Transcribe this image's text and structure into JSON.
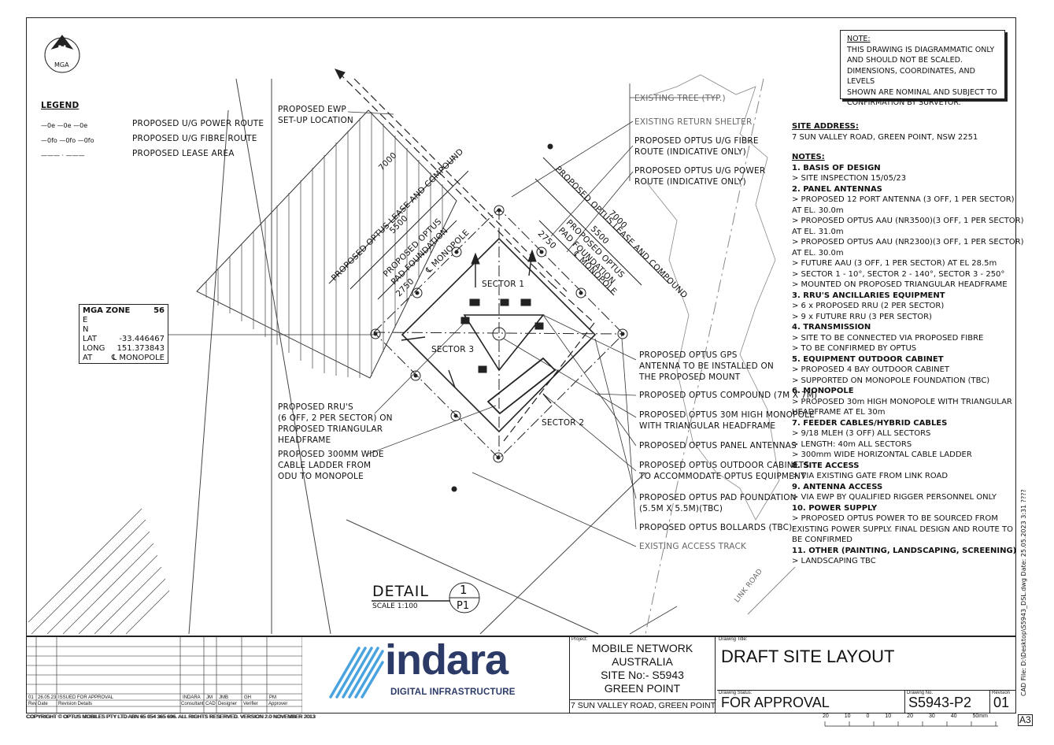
{
  "north": {
    "letter": "N",
    "label": "MGA"
  },
  "legend": {
    "title": "LEGEND",
    "items": [
      {
        "symbol": "—0e —0e —0e",
        "label": "PROPOSED U/G POWER ROUTE"
      },
      {
        "symbol": "—0fo —0fo —0fo",
        "label": "PROPOSED U/G FIBRE ROUTE"
      },
      {
        "symbol": "———  ·  ———",
        "label": "PROPOSED LEASE AREA"
      }
    ]
  },
  "note_box": {
    "heading": "NOTE:",
    "lines": [
      "THIS DRAWING IS DIAGRAMMATIC ONLY",
      "AND SHOULD NOT BE SCALED.",
      "DIMENSIONS, COORDINATES, AND LEVELS",
      "SHOWN ARE NOMINAL AND SUBJECT TO",
      "CONFIRMATION BY SURVEYOR."
    ]
  },
  "site_address": {
    "heading": "SITE ADDRESS:",
    "value": "7 SUN VALLEY ROAD, GREEN POINT, NSW 2251"
  },
  "notes": {
    "heading": "NOTES:",
    "lines": [
      {
        "t": "1.  BASIS OF DESIGN",
        "b": true
      },
      {
        "t": "> SITE INSPECTION 15/05/23",
        "b": false
      },
      {
        "t": "2. PANEL ANTENNAS",
        "b": true
      },
      {
        "t": "> PROPOSED 12 PORT ANTENNA (3 OFF, 1 PER SECTOR)",
        "b": false
      },
      {
        "t": "   AT EL. 30.0m",
        "b": false
      },
      {
        "t": "> PROPOSED OPTUS AAU (NR3500)(3 OFF, 1 PER SECTOR)",
        "b": false
      },
      {
        "t": "   AT EL. 31.0m",
        "b": false
      },
      {
        "t": "> PROPOSED OPTUS AAU (NR2300)(3 OFF, 1 PER SECTOR)",
        "b": false
      },
      {
        "t": "   AT EL. 30.0m",
        "b": false
      },
      {
        "t": ">  FUTURE AAU (3 OFF, 1 PER SECTOR) AT EL 28.5m",
        "b": false
      },
      {
        "t": ">  SECTOR 1 - 10°, SECTOR 2 - 140°, SECTOR 3 - 250°",
        "b": false
      },
      {
        "t": ">  MOUNTED ON PROPOSED TRIANGULAR HEADFRAME",
        "b": false
      },
      {
        "t": "3. RRU'S ANCILLARIES EQUIPMENT",
        "b": true
      },
      {
        "t": ">  6 x PROPOSED RRU (2 PER SECTOR)",
        "b": false
      },
      {
        "t": ">  9 x FUTURE RRU (3 PER SECTOR)",
        "b": false
      },
      {
        "t": "4. TRANSMISSION",
        "b": true
      },
      {
        "t": ">  SITE TO BE CONNECTED VIA PROPOSED FIBRE",
        "b": false
      },
      {
        "t": ">  TO BE CONFIRMED BY OPTUS",
        "b": false
      },
      {
        "t": "5. EQUIPMENT OUTDOOR CABINET",
        "b": true
      },
      {
        "t": ">  PROPOSED 4 BAY OUTDOOR CABINET",
        "b": false
      },
      {
        "t": ">  SUPPORTED ON MONOPOLE FOUNDATION (TBC)",
        "b": false
      },
      {
        "t": "6. MONOPOLE",
        "b": true
      },
      {
        "t": ">  PROPOSED 30m HIGH MONOPOLE WITH TRIANGULAR",
        "b": false
      },
      {
        "t": "    HEADFRAME AT EL 30m",
        "b": false
      },
      {
        "t": "7. FEEDER CABLES/HYBRID CABLES",
        "b": true
      },
      {
        "t": ">  9/18 MLEH (3 OFF) ALL SECTORS",
        "b": false
      },
      {
        "t": ">  LENGTH: 40m ALL SECTORS",
        "b": false
      },
      {
        "t": ">  300mm WIDE HORIZONTAL CABLE LADDER",
        "b": false
      },
      {
        "t": "8. SITE ACCESS",
        "b": true
      },
      {
        "t": ">  VIA EXISTING GATE FROM LINK ROAD",
        "b": false
      },
      {
        "t": "9. ANTENNA ACCESS",
        "b": true
      },
      {
        "t": ">  VIA EWP BY QUALIFIED RIGGER PERSONNEL ONLY",
        "b": false
      },
      {
        "t": "10. POWER SUPPLY",
        "b": true
      },
      {
        "t": "> PROPOSED OPTUS POWER TO BE SOURCED FROM",
        "b": false
      },
      {
        "t": "   EXISTING POWER SUPPLY. FINAL DESIGN AND ROUTE TO",
        "b": false
      },
      {
        "t": "   BE CONFIRMED",
        "b": false
      },
      {
        "t": "11. OTHER (PAINTING, LANDSCAPING, SCREENING)",
        "b": true
      },
      {
        "t": ">   LANDSCAPING TBC",
        "b": false
      }
    ]
  },
  "mga": {
    "title": "MGA ZONE",
    "zone": "56",
    "e": "E",
    "n": "N",
    "lat_label": "LAT",
    "lat": "-33.446467",
    "long_label": "LONG",
    "long": "151.373843",
    "at_label": "AT",
    "at": "℄ MONOPOLE"
  },
  "callouts": {
    "ewp": [
      "PROPOSED EWP",
      "SET-UP LOCATION"
    ],
    "tree": "EXISTING TREE (TYP.)",
    "shelter": "EXISTING RETURN SHELTER",
    "fibre": [
      "PROPOSED OPTUS U/G FIBRE",
      "ROUTE (INDICATIVE ONLY)"
    ],
    "power": [
      "PROPOSED OPTUS U/G POWER",
      "ROUTE (INDICATIVE ONLY)"
    ],
    "gps": [
      "PROPOSED OPTUS GPS",
      "ANTENNA TO BE INSTALLED ON",
      "THE PROPOSED MOUNT"
    ],
    "compound": "PROPOSED OPTUS COMPOUND (7m x 7m)",
    "monopole": [
      "PROPOSED OPTUS 30m HIGH MONOPOLE",
      "WITH TRIANGULAR HEADFRAME"
    ],
    "panel": "PROPOSED OPTUS PANEL ANTENNAS",
    "cabinets": [
      "PROPOSED OPTUS OUTDOOR CABINETS",
      "TO ACCOMMODATE OPTUS EQUIPMENT"
    ],
    "pad": [
      "PROPOSED OPTUS PAD FOUNDATION",
      "(5.5m x 5.5m)(TBC)"
    ],
    "bollards": "PROPOSED OPTUS BOLLARDS (TBC)",
    "track": "EXISTING ACCESS TRACK",
    "rru": [
      "PROPOSED RRU'S",
      "(6 OFF, 2 PER SECTOR) ON",
      "PROPOSED TRIANGULAR",
      "HEADFRAME"
    ],
    "ladder": [
      "PROPOSED 300mm WIDE",
      "CABLE LADDER  FROM",
      "ODU TO MONOPOLE"
    ],
    "link_road": "LINK ROAD"
  },
  "plan_labels": {
    "sector1": "SECTOR 1",
    "sector2": "SECTOR 2",
    "sector3": "SECTOR 3",
    "lease_left": "PROPOSED OPTUS LEASE AND COMPOUND",
    "lease_right": "PROPOSED OPTUS LEASE AND COMPOUND",
    "pad_left": [
      "PROPOSED OPTUS",
      "PAD FOUNDATION"
    ],
    "pad_right": [
      "PROPOSED OPTUS",
      "PAD FOUNDATION"
    ],
    "cl_left": "℄ MONOPOLE",
    "cl_right": "℄ MONOPOLE",
    "d7000": "7000",
    "d5500": "5500",
    "d2750": "2750"
  },
  "detail": {
    "title": "DETAIL",
    "scale": "SCALE 1:100",
    "number": "1",
    "sheet": "P1"
  },
  "cad_path": "CAD File: D:\\Desktop\\S5943_DSL.dwg   Date: 25.05.2023 3:31 ????",
  "title_block": {
    "revision_row": {
      "rev": "01",
      "date": "26.05.23",
      "details": "ISSUED FOR APPROVAL",
      "consultant": "INDARA",
      "cad": "JM",
      "designer": "JMB",
      "verifier": "GH",
      "approver": "PM"
    },
    "headers": [
      "Rev",
      "Date",
      "Revision Details",
      "Consultant",
      "CAD",
      "Designer",
      "Verifier",
      "Approver"
    ],
    "copyright": "COPYRIGHT © OPTUS MOBILES PTY LTD  ABN 65 054 365 696. ALL RIGHTS RESERVED. VERSION 2.0 NOVEMBER 2013",
    "logo_word": "indara",
    "logo_sub": "DIGITAL INFRASTRUCTURE",
    "project_label": "Project:",
    "project": [
      "MOBILE NETWORK",
      "AUSTRALIA",
      "SITE No:-  S5943",
      "GREEN POINT"
    ],
    "project_address": "7 SUN VALLEY ROAD, GREEN POINT",
    "drawing_title_label": "Drawing Title:",
    "drawing_title": "DRAFT SITE LAYOUT",
    "status_label": "Drawing Status:",
    "status": "FOR APPROVAL",
    "drawing_no_label": "Drawing No.",
    "drawing_no": "S5943-P2",
    "revision_label": "Revision",
    "revision": "01",
    "scale_ticks": [
      "20",
      "10",
      "0",
      "10",
      "20",
      "30",
      "40",
      "50mm"
    ],
    "sheet_size": "A3"
  },
  "colors": {
    "line": "#222222",
    "grey": "#777777",
    "logo_blue": "#2b3a67",
    "logo_light": "#4aa3df"
  }
}
